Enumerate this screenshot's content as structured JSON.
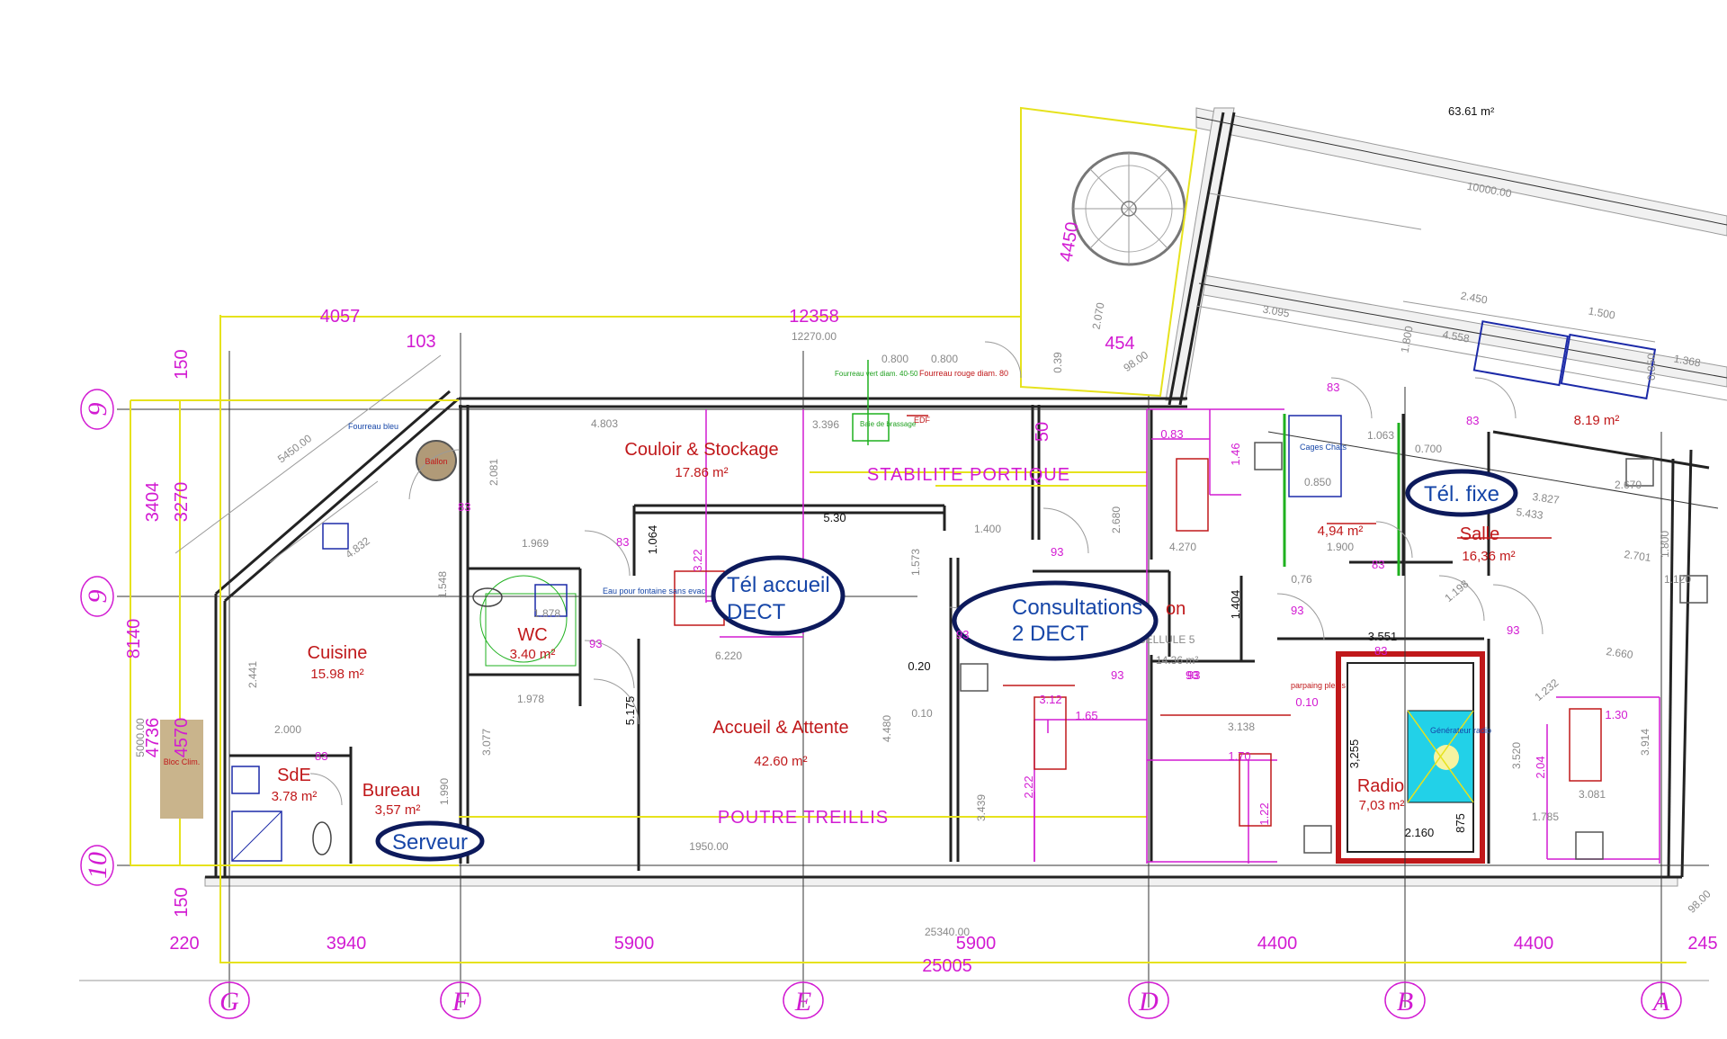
{
  "plan": {
    "header_dim": "63.61 m²",
    "rooms": [
      {
        "name": "Couloir & Stockage",
        "area": "17.86 m²"
      },
      {
        "name": "Cuisine",
        "area": "15.98 m²"
      },
      {
        "name": "WC",
        "area": "3.40 m²"
      },
      {
        "name": "SdE",
        "area": "3.78 m²"
      },
      {
        "name": "Bureau",
        "area": "3,57 m²"
      },
      {
        "name": "Accueil & Attente",
        "area": "42.60 m²"
      },
      {
        "name": "Salle",
        "area": "16,36 m²"
      },
      {
        "name": "Radio",
        "area": "7,03 m²"
      },
      {
        "name": "Cages Chats",
        "area": "4,94 m²"
      },
      {
        "name": "",
        "area": "8.19 m²"
      }
    ],
    "labels": {
      "stabilite": "STABILITE  PORTIQUE",
      "poutre": "POUTRE  TREILLIS",
      "ballon": "Ballon",
      "bloc": "Bloc Clim.",
      "fourreau_bleu": "Fourreau bleu",
      "fourreau_vert": "Fourreau vert diam. 40-50",
      "fourreau_rouge": "Fourreau rouge diam. 80",
      "baie": "Baie de brassage",
      "edf": "EDF",
      "eau": "Eau pour fontaine sans evac",
      "generateur": "Générateur radio",
      "parpaing": "parpaing pleins",
      "cellule": "CELLULE 5",
      "cellule_area": "14.36 m²",
      "consult_partial": "on"
    },
    "callouts": [
      {
        "id": "tel-accueil",
        "line1": "Tél accueil",
        "line2": "DECT"
      },
      {
        "id": "consultations",
        "line1": "Consultations",
        "line2": "2 DECT"
      },
      {
        "id": "tel-fixe",
        "line1": "Tél. fixe",
        "line2": ""
      },
      {
        "id": "serveur",
        "line1": "Serveur",
        "line2": ""
      }
    ],
    "axes_bottom": [
      "G",
      "F",
      "E",
      "D",
      "B",
      "A"
    ],
    "axes_left": [
      "9",
      "9",
      "10"
    ],
    "dims_top": [
      "4057",
      "12358",
      "103",
      "12270.00",
      "454",
      "4450",
      "10000.00"
    ],
    "dims_bottom": [
      "220",
      "3940",
      "5900",
      "5900",
      "4400",
      "4400",
      "245",
      "25005",
      "25340.00"
    ],
    "dims_left": [
      "150",
      "3404",
      "3270",
      "8140",
      "4736",
      "4570",
      "5000.00",
      "150"
    ],
    "dims_misc": {
      "d4803": "4.803",
      "d3396": "3.396",
      "d530": "5.30",
      "d1969": "1.969",
      "d1878": "1.878",
      "d6220": "6.220",
      "d1978": "1.978",
      "d2000": "2.000",
      "d5175": "5.175",
      "d1950": "1950.00",
      "d1400": "1.400",
      "d4270": "4.270",
      "d1404": "1.404",
      "d3551": "3.551",
      "d3138": "3.138",
      "d2160": "2.160",
      "d3255": "3,255",
      "d1785": "1.785",
      "d3081": "3.081",
      "d2660": "2.660",
      "d2701": "2.701",
      "d3827": "3.827",
      "d5433": "5.433",
      "d1063": "1.063",
      "d0850": "0.850",
      "d1900": "1.900",
      "d076": "0,76",
      "d3095": "3.095",
      "d2450": "2.450",
      "d1500": "1.500",
      "d4558": "4.558",
      "d1368": "1.368",
      "d0800a": "0.800",
      "d0800b": "0.800",
      "d2081": "2.081",
      "d2441": "2.441",
      "d1990": "1.990",
      "d3077": "3.077",
      "d4480": "4.480",
      "d3439": "3.439",
      "d1573": "1.573",
      "d2680": "2.680",
      "d3520": "3.520",
      "d3914": "3.914",
      "d5450": "5450.00",
      "d4832": "4.832",
      "d1064": "1.064",
      "d2070": "2.070",
      "d039": "0.39",
      "d1800": "1.800",
      "d0700": "0.700",
      "d9800": "98.00",
      "d9800b": "98.00",
      "d1548": "1.548",
      "d1198": "1.198",
      "d1232": "1.232",
      "d1120": "1.120",
      "d1800b": "1.800",
      "d2670": "2.670",
      "d0850b": "0.850",
      "d010": "0.10",
      "d020": "0.20"
    },
    "mag_dims": {
      "m083": "0.83",
      "m146": "1.46",
      "m322": "3.22",
      "m165": "1.65",
      "m170": "1.70",
      "m312": "3.12",
      "m222": "2.22",
      "m122": "1.22",
      "m204": "2.04",
      "m130": "1.30",
      "m010": "0.10",
      "m50": "50",
      "m875": "875"
    },
    "door_tags": [
      "83",
      "83",
      "83",
      "93",
      "93",
      "93",
      "93",
      "93",
      "93",
      "93",
      "83",
      "83",
      "83",
      "83",
      "93"
    ]
  }
}
